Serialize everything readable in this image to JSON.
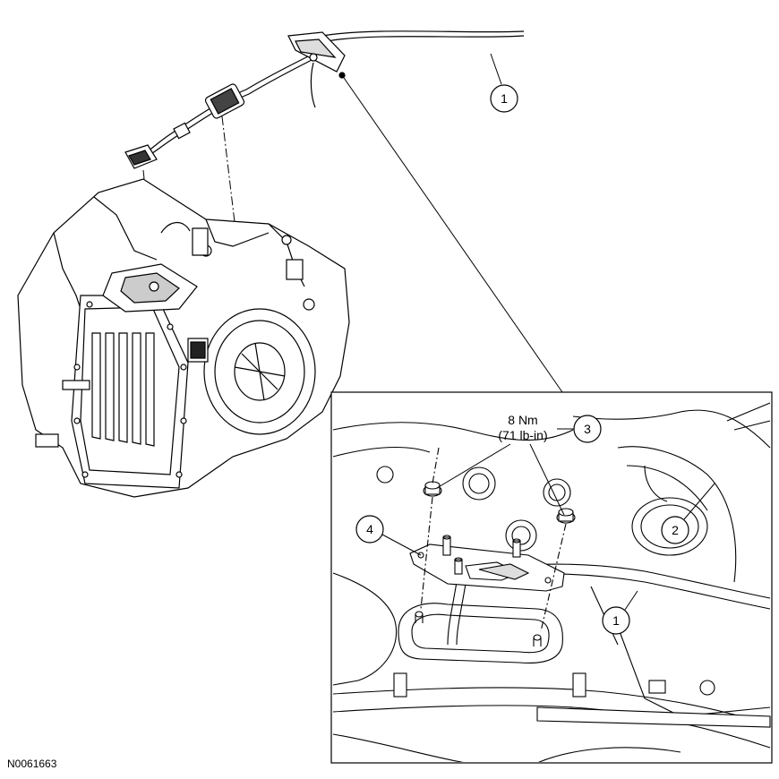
{
  "figure_id": "N0061663",
  "callouts": {
    "c1_top": "1",
    "c1_detail": "1",
    "c2": "2",
    "c3": "3",
    "c4": "4"
  },
  "torque": {
    "line1": "8 Nm",
    "line2": "(71 lb-in)"
  }
}
